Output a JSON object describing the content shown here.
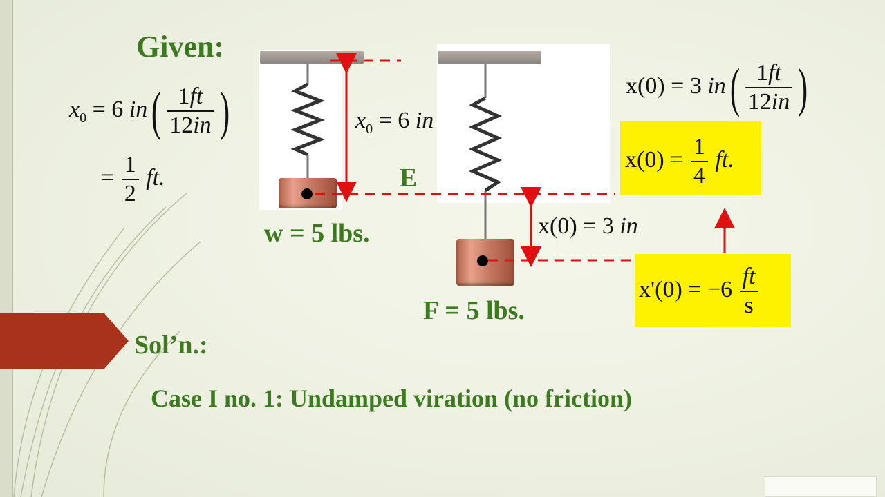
{
  "given": {
    "label": "Given:"
  },
  "left_eq": {
    "x0_sym": "x",
    "x0_sub": "0",
    "eq": "= 6",
    "unit_in": "in",
    "num": "1",
    "num_ft": "ft",
    "den": "12",
    "den_in": "in",
    "result_eq": "=",
    "half_num": "1",
    "half_den": "2",
    "result_unit": "ft."
  },
  "diagram": {
    "x0_label_sym": "x",
    "x0_label_sub": "0",
    "x0_label_val": "= 6",
    "x0_label_unit": "in",
    "point_label": "E",
    "weight_label": "w = 5 lbs.",
    "force_label": "F = 5 lbs.",
    "x_init_label": "x(0) = 3",
    "x_init_unit": "in"
  },
  "right_eq": {
    "lhs": "x(0) = 3",
    "unit_in": "in",
    "num": "1",
    "num_ft": "ft",
    "den": "12",
    "den_in": "in"
  },
  "hl1": {
    "lhs": "x(0) =",
    "num": "1",
    "den": "4",
    "unit": "ft."
  },
  "hl2": {
    "lhs": "x'(0) = −6",
    "num": "ft",
    "den": "s"
  },
  "colors": {
    "heading": "#3b7a1e",
    "accent_tab": "#a8321a",
    "highlight": "#fff200",
    "dimension": "#e01010"
  },
  "solution": {
    "label": "Sol’n.:"
  },
  "case": {
    "text": "Case I no. 1:  Undamped viration (no friction)"
  }
}
